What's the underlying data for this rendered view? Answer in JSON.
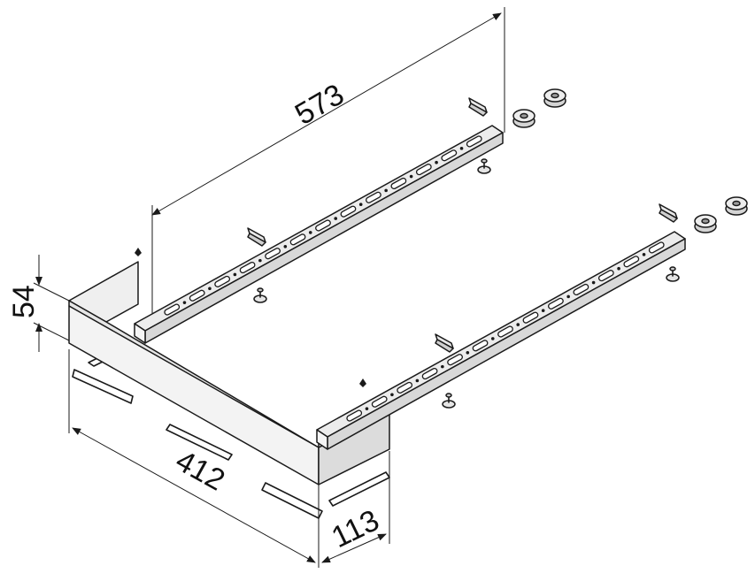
{
  "dimensions": {
    "length": "573",
    "height": "54",
    "width": "412",
    "depth": "113"
  },
  "colors": {
    "line": "#1a1a1a",
    "face_light": "#f2f2f2",
    "face_mid": "#e0e0e0",
    "face_dark": "#c8c8c8"
  }
}
